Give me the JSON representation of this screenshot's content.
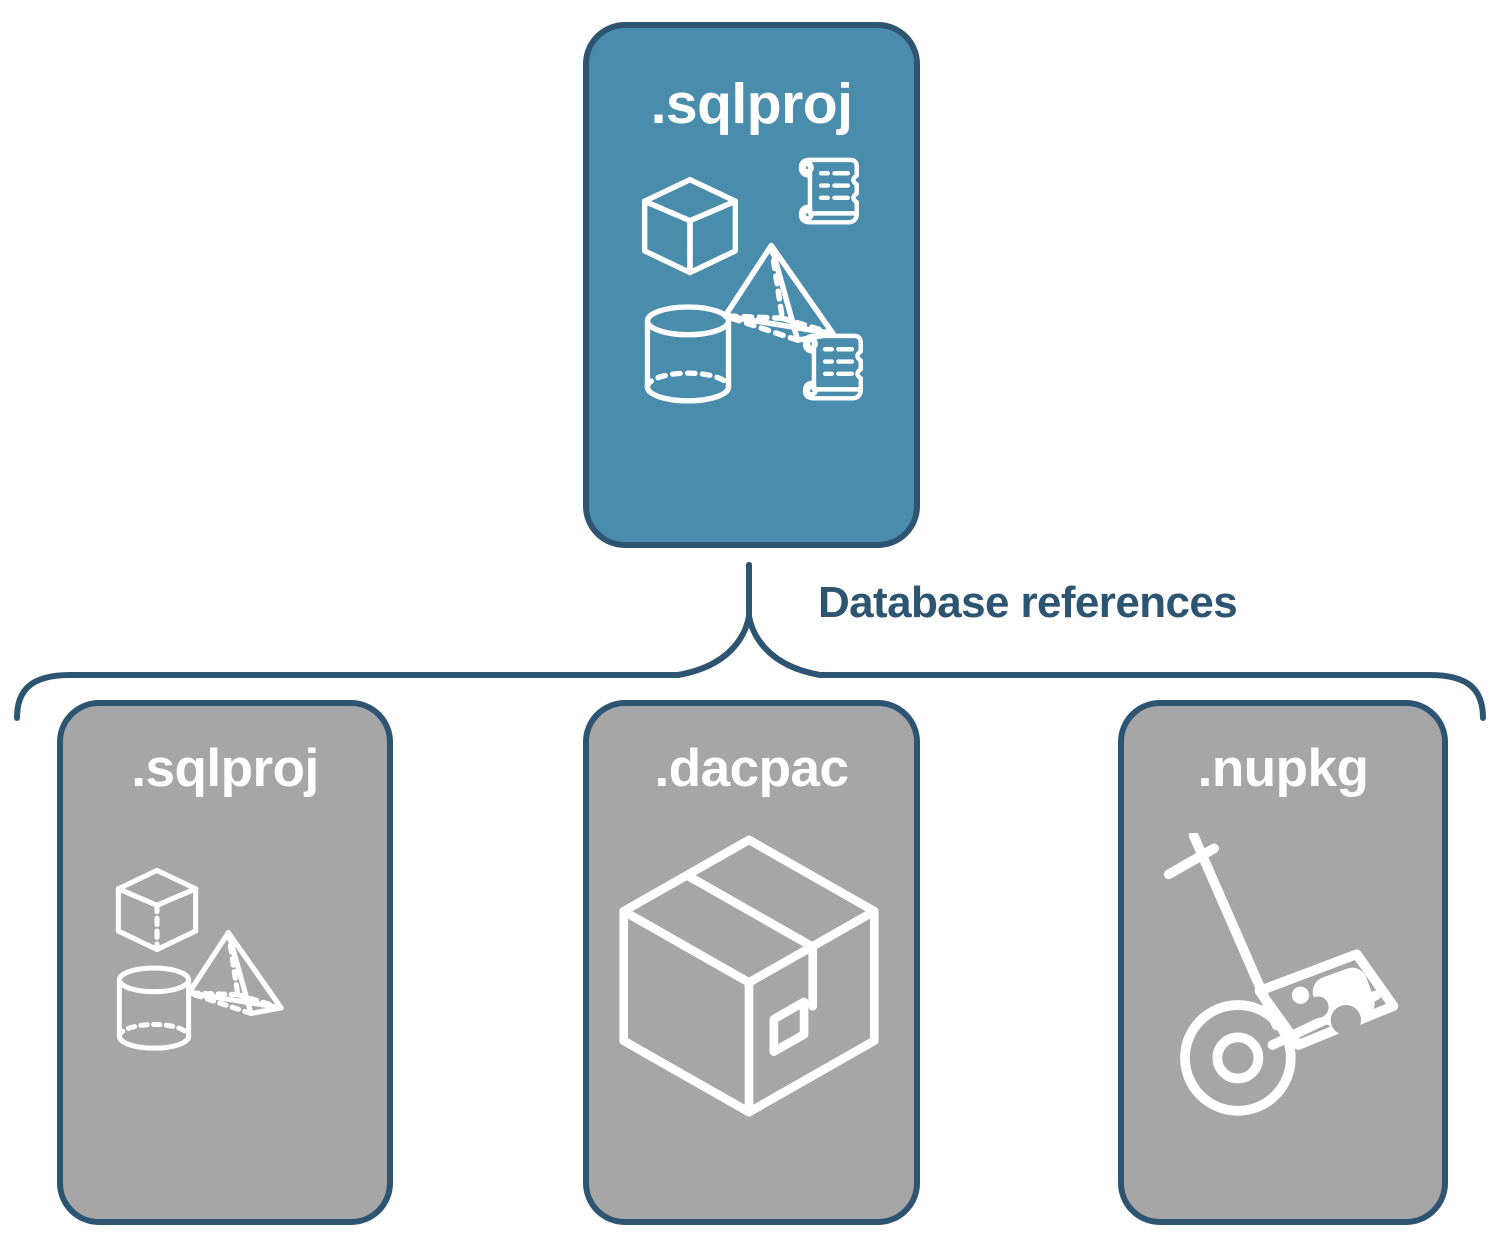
{
  "diagram": {
    "title": "Database references diagram",
    "colors": {
      "primary_fill": "#4a8cab",
      "secondary_fill": "#a6a6a6",
      "border": "#2d5571",
      "label_text": "#2d5571",
      "icon_stroke": "#ffffff"
    },
    "root_node": {
      "label": ".sqlproj",
      "style": "primary",
      "icons": [
        "cube-icon",
        "scroll-icon",
        "pyramid-icon",
        "cylinder-icon",
        "scroll-icon"
      ]
    },
    "connector": {
      "label": "Database references",
      "style": "curly-brace-bracket"
    },
    "reference_nodes": [
      {
        "label": ".sqlproj",
        "style": "secondary",
        "icons": [
          "cube-icon",
          "pyramid-icon",
          "cylinder-icon"
        ]
      },
      {
        "label": ".dacpac",
        "style": "secondary",
        "icons": [
          "package-box-icon"
        ]
      },
      {
        "label": ".nupkg",
        "style": "secondary",
        "icons": [
          "hand-truck-package-icon"
        ]
      }
    ]
  }
}
